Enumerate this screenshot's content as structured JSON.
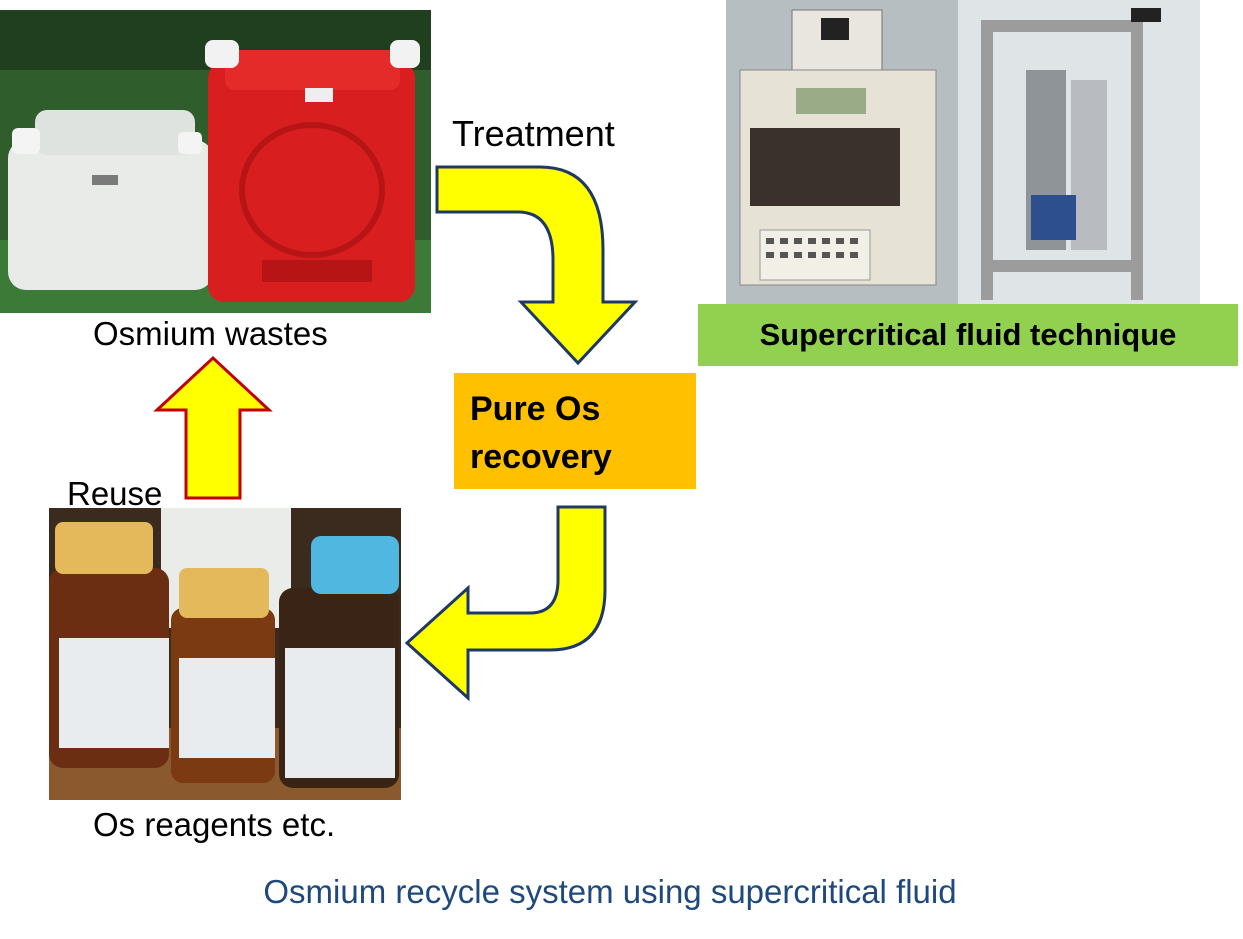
{
  "labels": {
    "treatment": "Treatment",
    "osmium_wastes": "Osmium wastes",
    "reuse": "Reuse",
    "os_reagents": "Os reagents etc.",
    "caption": "Osmium recycle system using supercritical fluid"
  },
  "boxes": {
    "recovery_line1": "Pure Os",
    "recovery_line2": "recovery",
    "supercritical": "Supercritical fluid technique"
  },
  "colors": {
    "arrow_fill": "#ffff00",
    "arrow_stroke_blue": "#1f3864",
    "arrow_stroke_red": "#c00000",
    "recovery_box": "#ffc000",
    "supercritical_box": "#92d050",
    "caption_text": "#1f497d"
  },
  "photos": {
    "wastes": "photo-osmium-waste-containers",
    "equipment": "photo-supercritical-equipment",
    "reagents": "photo-reagent-bottles"
  }
}
